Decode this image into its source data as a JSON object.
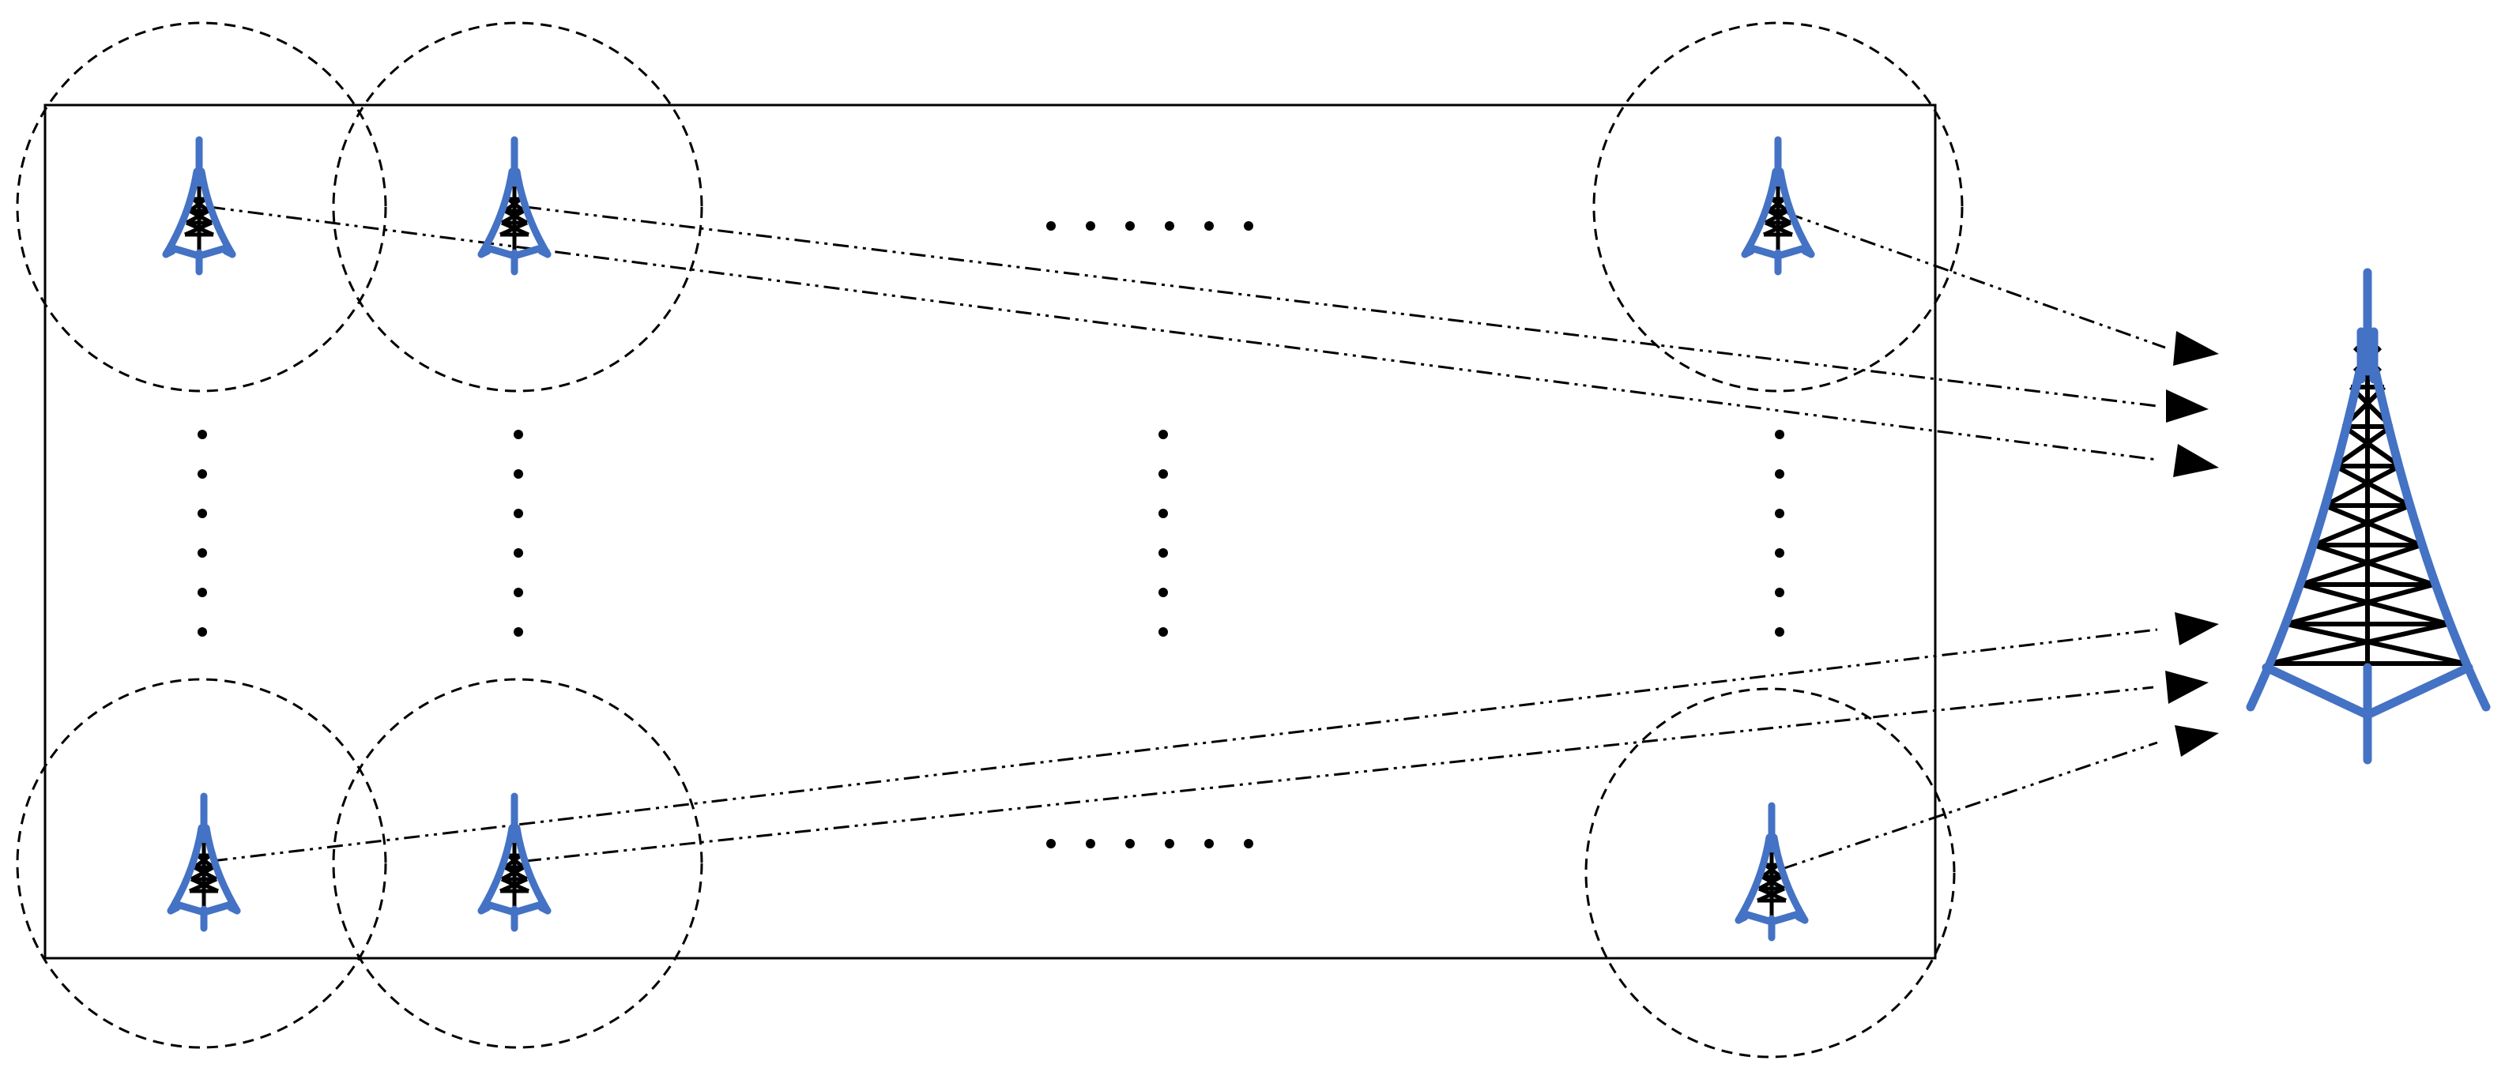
{
  "diagram": {
    "colors": {
      "tower_blue": "#4472c4",
      "lattice": "#000000",
      "lines": "#000000",
      "background": "#ffffff"
    },
    "node_icon": "antenna-tower-icon",
    "sink_icon": "large-antenna-tower-icon",
    "small_towers": [
      {
        "row": "top",
        "column": "first"
      },
      {
        "row": "top",
        "column": "second"
      },
      {
        "row": "top",
        "column": "last"
      },
      {
        "row": "bottom",
        "column": "first"
      },
      {
        "row": "bottom",
        "column": "second"
      },
      {
        "row": "bottom",
        "column": "last"
      }
    ],
    "links": [
      {
        "from": "top-first",
        "to": "sink"
      },
      {
        "from": "top-second",
        "to": "sink"
      },
      {
        "from": "top-last",
        "to": "sink"
      },
      {
        "from": "bottom-first",
        "to": "sink"
      },
      {
        "from": "bottom-second",
        "to": "sink"
      },
      {
        "from": "bottom-last",
        "to": "sink"
      }
    ],
    "ellipsis_horizontal_dots": 6,
    "ellipsis_vertical_dots": 6
  }
}
